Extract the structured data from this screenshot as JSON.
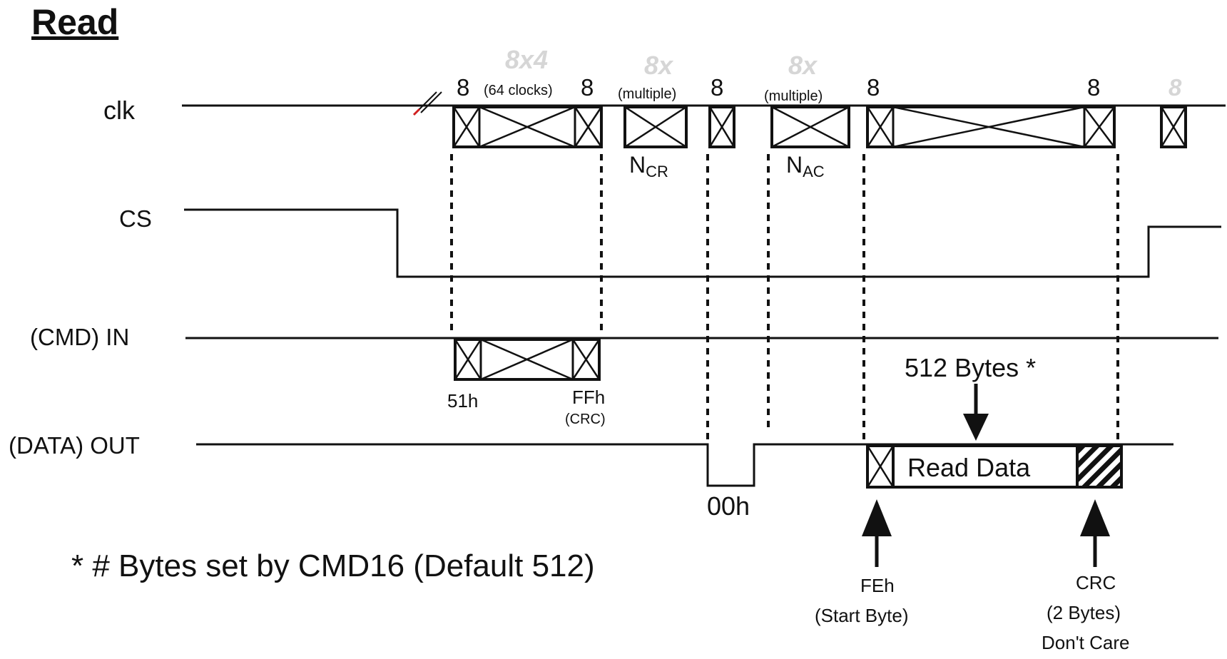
{
  "title": "Read",
  "signals": {
    "clk": "clk",
    "cs": "CS",
    "cmd_in": "(CMD) IN",
    "data_out": "(DATA) OUT"
  },
  "clk_labels": {
    "eight": "8",
    "sixty_four": "(64 clocks)",
    "multiple": "(multiple)",
    "faded_8x4": "8x4",
    "faded_8x": "8x",
    "faded_8": "8",
    "ncr_main": "N",
    "ncr_sub": "CR",
    "nac_main": "N",
    "nac_sub": "AC"
  },
  "cmd_labels": {
    "start": "51h",
    "end": "FFh",
    "crc": "(CRC)"
  },
  "data_labels": {
    "zero": "00h",
    "read_data": "Read Data",
    "bytes": "512 Bytes *"
  },
  "annotations": {
    "footnote": "* # Bytes set by CMD16 (Default 512)",
    "feh": "FEh",
    "start_byte": "(Start Byte)",
    "crc": "CRC",
    "two_bytes": "(2 Bytes)",
    "dont_care": "Don't Care"
  }
}
